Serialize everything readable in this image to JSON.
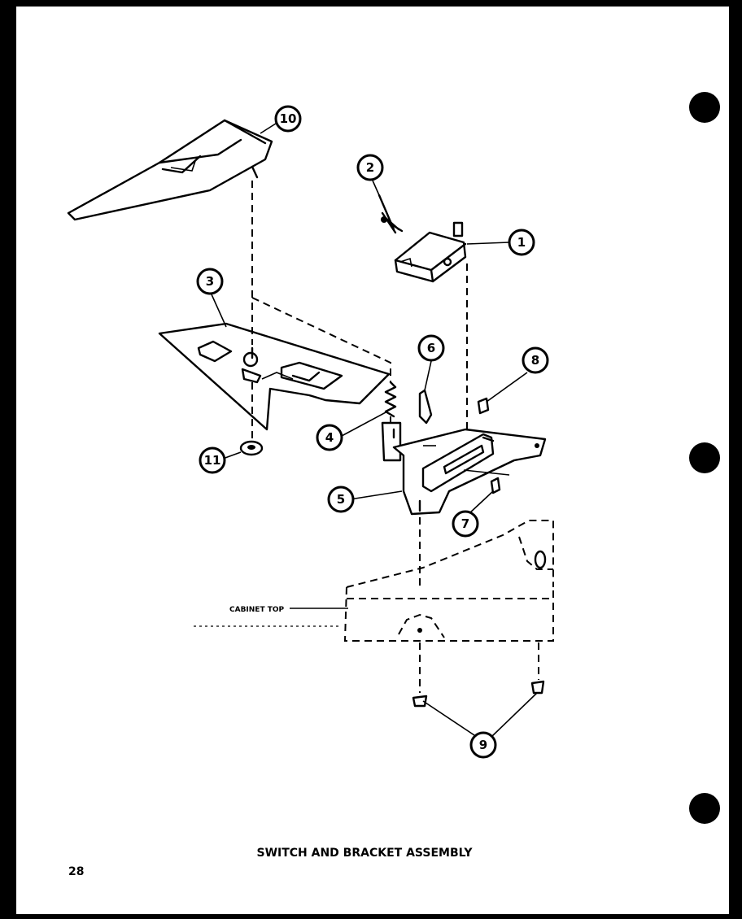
{
  "diagram": {
    "title": "SWITCH AND BRACKET ASSEMBLY",
    "page_number": "28",
    "reference_label": "CABINET TOP",
    "callouts": [
      {
        "id": "callout-1",
        "label": "1"
      },
      {
        "id": "callout-2",
        "label": "2"
      },
      {
        "id": "callout-3",
        "label": "3"
      },
      {
        "id": "callout-4",
        "label": "4"
      },
      {
        "id": "callout-5",
        "label": "5"
      },
      {
        "id": "callout-6",
        "label": "6"
      },
      {
        "id": "callout-7",
        "label": "7"
      },
      {
        "id": "callout-8",
        "label": "8"
      },
      {
        "id": "callout-9",
        "label": "9"
      },
      {
        "id": "callout-10",
        "label": "10"
      },
      {
        "id": "callout-11",
        "label": "11"
      }
    ]
  }
}
